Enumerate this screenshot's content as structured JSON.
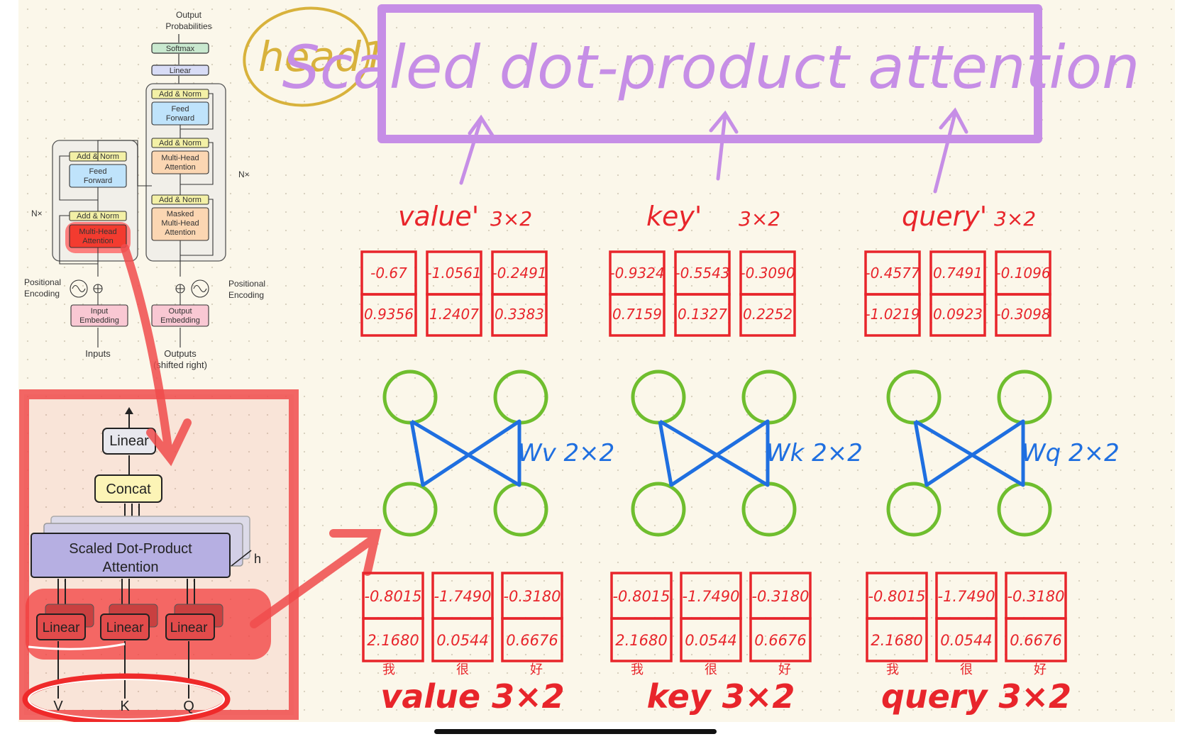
{
  "transformer": {
    "output_probabilities": [
      "Output",
      "Probabilities"
    ],
    "softmax": "Softmax",
    "linear": "Linear",
    "add_norm": "Add & Norm",
    "feed_forward": [
      "Feed",
      "Forward"
    ],
    "multi_head_attention": [
      "Multi-Head",
      "Attention"
    ],
    "masked_multi_head_attention": [
      "Masked",
      "Multi-Head",
      "Attention"
    ],
    "nx": "N×",
    "positional_encoding": [
      "Positional",
      "Encoding"
    ],
    "input_embedding": [
      "Input",
      "Embedding"
    ],
    "output_embedding": [
      "Output",
      "Embedding"
    ],
    "inputs": "Inputs",
    "outputs": [
      "Outputs",
      "(shifted right)"
    ]
  },
  "multihead": {
    "linear_top": "Linear",
    "concat": "Concat",
    "sdpa": [
      "Scaled Dot-Product",
      "Attention"
    ],
    "h": "h",
    "linear_labels": [
      "Linear",
      "Linear",
      "Linear"
    ],
    "inputs": [
      "V",
      "K",
      "Q"
    ]
  },
  "annotations": {
    "head": "head1",
    "title": "Scaled dot-product attention"
  },
  "colors": {
    "red": "#e8252b",
    "purple": "#c68ee6",
    "blue": "#1f6fe0",
    "green": "#6fbe2e",
    "gold": "#d8b23c"
  },
  "groups": [
    {
      "top_label": "value'",
      "top_size": "3×2",
      "top_values": [
        [
          "-0.67",
          "0.9356"
        ],
        [
          "-1.0561",
          "1.2407"
        ],
        [
          "-0.2491",
          "0.3383"
        ]
      ],
      "weight_label": "Wv 2×2",
      "bottom_values": [
        [
          "-0.8015",
          "2.1680"
        ],
        [
          "-1.7490",
          "0.0544"
        ],
        [
          "-0.3180",
          "0.6676"
        ]
      ],
      "chars": [
        "我",
        "很",
        "好"
      ],
      "bottom_label": "value 3×2"
    },
    {
      "top_label": "key'",
      "top_size": "3×2",
      "top_values": [
        [
          "-0.9324",
          "0.7159"
        ],
        [
          "-0.5543",
          "0.1327"
        ],
        [
          "-0.3090",
          "0.2252"
        ]
      ],
      "weight_label": "Wk 2×2",
      "bottom_values": [
        [
          "-0.8015",
          "2.1680"
        ],
        [
          "-1.7490",
          "0.0544"
        ],
        [
          "-0.3180",
          "0.6676"
        ]
      ],
      "chars": [
        "我",
        "很",
        "好"
      ],
      "bottom_label": "key 3×2"
    },
    {
      "top_label": "query'",
      "top_size": "3×2",
      "top_values": [
        [
          "-0.4577",
          "-1.0219"
        ],
        [
          "0.7491",
          "0.0923"
        ],
        [
          "-0.1096",
          "-0.3098"
        ]
      ],
      "weight_label": "Wq 2×2",
      "bottom_values": [
        [
          "-0.8015",
          "2.1680"
        ],
        [
          "-1.7490",
          "0.0544"
        ],
        [
          "-0.3180",
          "0.6676"
        ]
      ],
      "chars": [
        "我",
        "很",
        "好"
      ],
      "bottom_label": "query 3×2"
    }
  ]
}
